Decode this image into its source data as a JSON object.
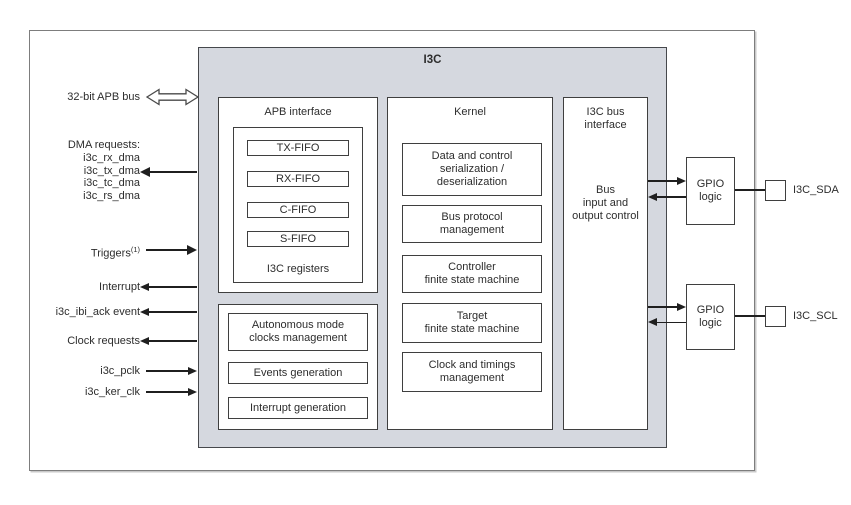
{
  "diagram": {
    "title": "I3C",
    "left": {
      "apb_bus_label": "32-bit APB bus",
      "dma_heading": "DMA requests:",
      "dma_items": [
        "i3c_rx_dma",
        "i3c_tx_dma",
        "i3c_tc_dma",
        "i3c_rs_dma"
      ],
      "triggers_label": "Triggers",
      "triggers_note": "(1)",
      "interrupt_label": "Interrupt",
      "ibi_ack_label": "i3c_ibi_ack event",
      "clock_requests_label": "Clock requests",
      "pclk_label": "i3c_pclk",
      "ker_clk_label": "i3c_ker_clk"
    },
    "apb_interface": {
      "title": "APB interface",
      "fifos": [
        "TX-FIFO",
        "RX-FIFO",
        "C-FIFO",
        "S-FIFO"
      ],
      "registers_label": "I3C registers"
    },
    "clock_blocks": [
      "Autonomous mode\nclocks management",
      "Events generation",
      "Interrupt generation"
    ],
    "kernel": {
      "title": "Kernel",
      "blocks": [
        "Data and control\nserialization /\ndeserialization",
        "Bus protocol\nmanagement",
        "Controller\nfinite state machine",
        "Target\nfinite state machine",
        "Clock and timings\nmanagement"
      ]
    },
    "bus_interface": {
      "title": "I3C bus\ninterface",
      "body": "Bus\ninput and\noutput control"
    },
    "gpio": {
      "block_label": "GPIO\nlogic",
      "pads": [
        "I3C_SDA",
        "I3C_SCL"
      ]
    },
    "colors": {
      "shaded_fill": "#d5d8df",
      "box_border": "#3f3f3f",
      "outer_border": "#7d7d7d",
      "line": "#1f1f1f",
      "text": "#2d2d2d"
    }
  }
}
